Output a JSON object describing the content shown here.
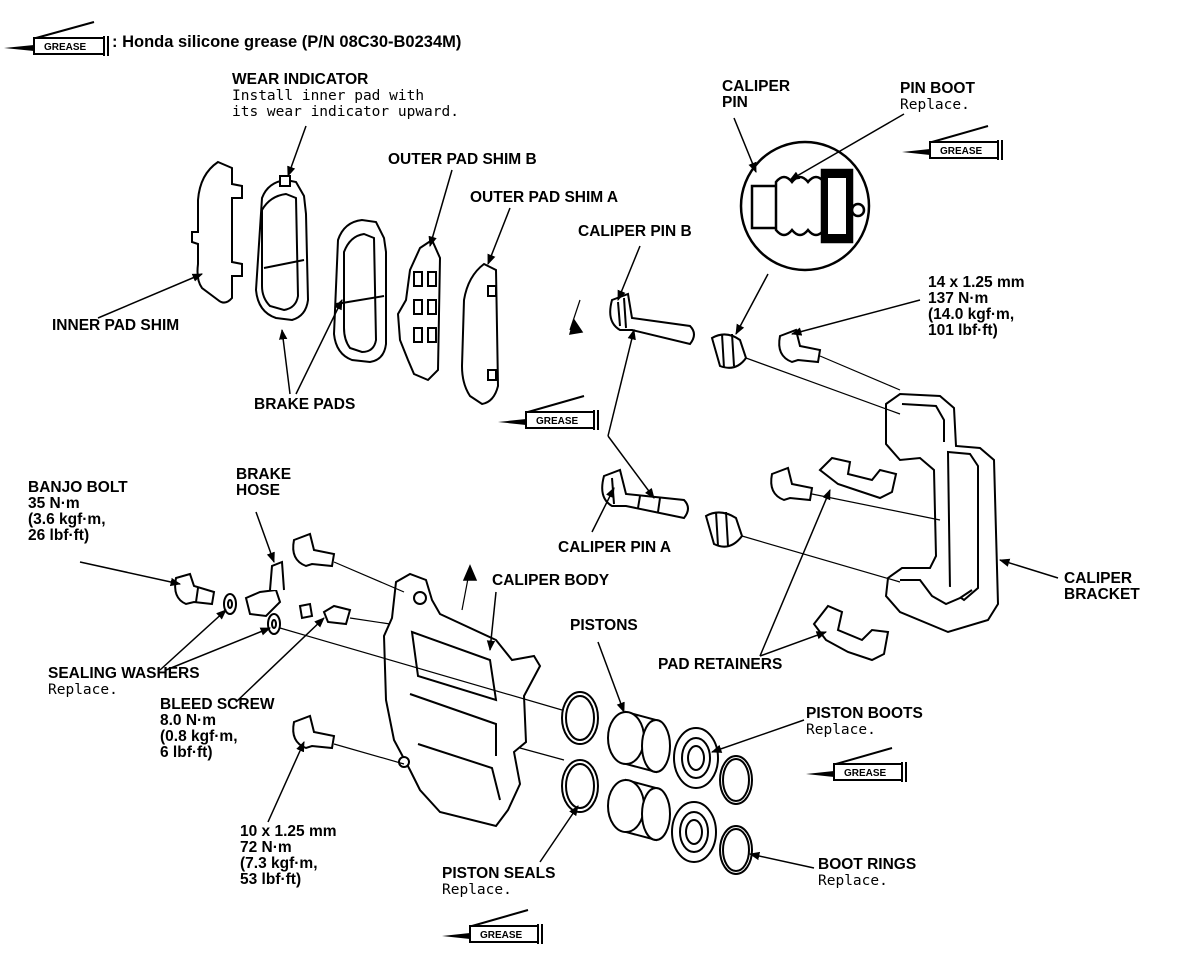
{
  "legend": {
    "badge": "GREASE",
    "text": ": Honda silicone grease (P/N 08C30-B0234M)"
  },
  "labels": {
    "wear_indicator": {
      "title": "WEAR INDICATOR",
      "note1": "Install inner pad with",
      "note2": "its wear indicator upward."
    },
    "outer_pad_shim_b": "OUTER PAD SHIM B",
    "outer_pad_shim_a": "OUTER PAD SHIM A",
    "inner_pad_shim": "INNER PAD SHIM",
    "brake_pads": "BRAKE PADS",
    "caliper_pin_top": {
      "line1": "CALIPER",
      "line2": "PIN"
    },
    "pin_boot": {
      "title": "PIN BOOT",
      "note": "Replace."
    },
    "caliper_pin_b": "CALIPER PIN B",
    "torque_14": {
      "line1": "14 x 1.25 mm",
      "line2": "137 N·m",
      "line3": "(14.0 kgf·m,",
      "line4": "101 lbf·ft)"
    },
    "banjo_bolt": {
      "line1": "BANJO BOLT",
      "line2": "35 N·m",
      "line3": "(3.6 kgf·m,",
      "line4": "26 lbf·ft)"
    },
    "brake_hose": {
      "line1": "BRAKE",
      "line2": "HOSE"
    },
    "caliper_pin_a": "CALIPER PIN A",
    "caliper_body": "CALIPER BODY",
    "caliper_bracket": {
      "line1": "CALIPER",
      "line2": "BRACKET"
    },
    "pistons": "PISTONS",
    "pad_retainers": "PAD RETAINERS",
    "sealing_washers": {
      "title": "SEALING WASHERS",
      "note": "Replace."
    },
    "bleed_screw": {
      "line1": "BLEED SCREW",
      "line2": "8.0 N·m",
      "line3": "(0.8 kgf·m,",
      "line4": "6 lbf·ft)"
    },
    "piston_boots": {
      "title": "PISTON BOOTS",
      "note": "Replace."
    },
    "torque_10": {
      "line1": "10 x 1.25 mm",
      "line2": "72 N·m",
      "line3": "(7.3 kgf·m,",
      "line4": "53 lbf·ft)"
    },
    "piston_seals": {
      "title": "PISTON SEALS",
      "note": "Replace."
    },
    "boot_rings": {
      "title": "BOOT RINGS",
      "note": "Replace."
    }
  }
}
